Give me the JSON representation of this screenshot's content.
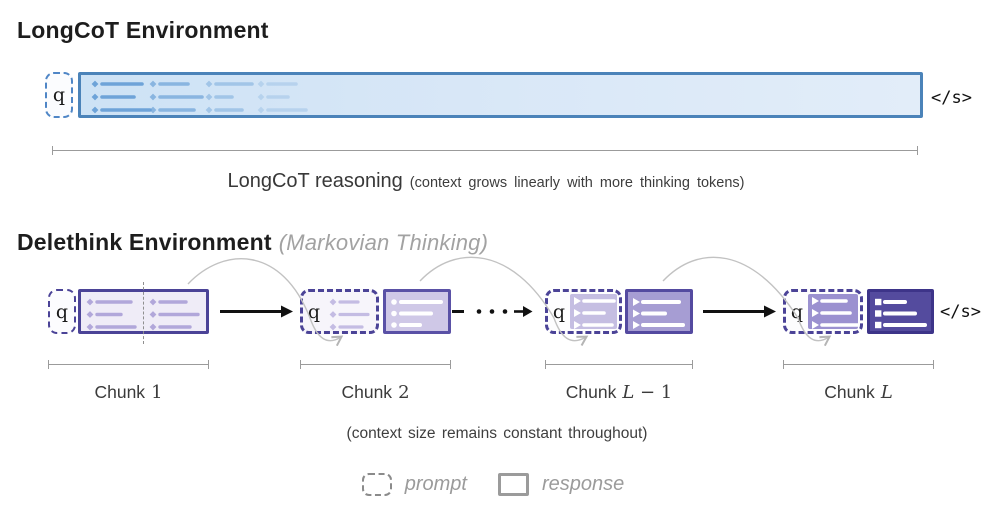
{
  "longcot": {
    "title": "LongCoT Environment",
    "prompt_token": "q",
    "eos_token": "</s>",
    "caption_main": "LongCoT reasoning",
    "caption_note": "(context grows linearly with more thinking tokens)"
  },
  "delethink": {
    "title": "Delethink Environment",
    "subtitle": "(Markovian Thinking)",
    "prompt_token": "q",
    "eos_token": "</s>",
    "caption": "(context size remains constant throughout)",
    "chunks": [
      {
        "prefix": "Chunk",
        "var": "",
        "rest": "1"
      },
      {
        "prefix": "Chunk",
        "var": "",
        "rest": "2"
      },
      {
        "prefix": "Chunk",
        "var": "L",
        "rest": " − 1"
      },
      {
        "prefix": "Chunk",
        "var": "L",
        "rest": ""
      }
    ]
  },
  "legend": {
    "prompt_label": "prompt",
    "response_label": "response"
  },
  "colors": {
    "blue_border": "#4b83b9",
    "blue_fill": "#d7e7f7",
    "blue_dash": "#4f86c6",
    "blue_token": "#69a0d7",
    "purple_border": "#4b4397",
    "chunk1_fill": "#efecf7",
    "purple_token": "#b1a7da",
    "faded_purple_token": "#c4bce3",
    "response2_fill": "#cfc8e7",
    "response_l_minus1_fill": "#a69dd3",
    "response_l_fill": "#544b9e",
    "carry_l_minus1_fill": "#c5bee2",
    "carry_l_fill": "#9b91d0",
    "arc_gray": "#c2c2c2",
    "ruler_gray": "#9b9b9b",
    "legend_gray": "#9b9b9b"
  }
}
